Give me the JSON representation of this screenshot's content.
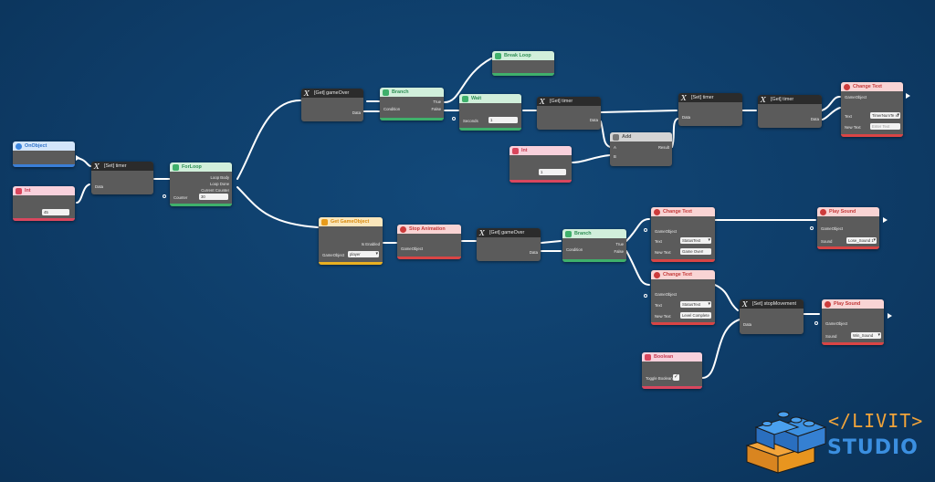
{
  "nodes": {
    "on_object": {
      "title": "OnObject"
    },
    "int_left": {
      "title": "Int",
      "value": "45"
    },
    "set_timer_1": {
      "title": "[Set] timer",
      "data": "Data"
    },
    "for_loop": {
      "title": "ForLoop",
      "loop_body": "Loop Body",
      "loop_done": "Loop Done",
      "current_counter": "Current Counter",
      "counter": "Counter",
      "counter_value": "30"
    },
    "get_gameover_1": {
      "title": "[Get] gameOver",
      "data": "Data"
    },
    "branch_1": {
      "title": "Branch",
      "true": "True",
      "false": "False",
      "condition": "Condition"
    },
    "break_loop": {
      "title": "Break Loop"
    },
    "wait": {
      "title": "Wait",
      "seconds": "Seconds",
      "seconds_value": "1"
    },
    "get_timer": {
      "title": "[Get] timer",
      "data": "Data"
    },
    "int_mid": {
      "title": "Int",
      "value": "1"
    },
    "add": {
      "title": "Add",
      "a": "A",
      "b": "B",
      "result": "Result"
    },
    "set_timer_2": {
      "title": "[Set] timer",
      "data": "Data"
    },
    "get_timer_2": {
      "title": "[Get] timer",
      "data": "Data"
    },
    "change_text_top": {
      "title": "Change Text",
      "gameobject": "GameObject",
      "text": "Text",
      "text_value": "TimerNumTe xt",
      "new_text": "New Text",
      "new_text_placeholder": "Enter Text"
    },
    "get_gameobject": {
      "title": "Get GameObject",
      "is_enabled": "Is Enabled",
      "gameobject": "GameObject",
      "gameobject_value": "player"
    },
    "stop_animation": {
      "title": "Stop Animation",
      "gameobject": "GameObject"
    },
    "get_gameover_2": {
      "title": "[Get] gameOver",
      "data": "Data"
    },
    "branch_2": {
      "title": "Branch",
      "true": "True",
      "false": "False",
      "condition": "Condition"
    },
    "change_text_a": {
      "title": "Change Text",
      "gameobject": "GameObject",
      "text": "Text",
      "text_value": "StatusText",
      "new_text": "New Text",
      "new_text_value": "Game Over!"
    },
    "play_sound_a": {
      "title": "Play Sound",
      "gameobject": "GameObject",
      "sound": "Sound",
      "sound_value": "Lose_Sound 1"
    },
    "change_text_b": {
      "title": "Change Text",
      "gameobject": "GameObject",
      "text": "Text",
      "text_value": "StatusText",
      "new_text": "New Text",
      "new_text_value": "Level Complete"
    },
    "set_stop_movement": {
      "title": "[Set] stopMovement",
      "data": "Data"
    },
    "play_sound_b": {
      "title": "Play Sound",
      "gameobject": "GameObject",
      "sound": "Sound",
      "sound_value": "Win_Sound"
    },
    "boolean": {
      "title": "Boolean",
      "toggle": "Toggle Boolean",
      "checked": "✓"
    }
  },
  "logo": {
    "line1": "</LIVIT>",
    "line2": "STUDIO"
  },
  "colors": {
    "background": "#0e3d69",
    "node_body": "#5b5b5b",
    "wire": "#ffffff",
    "logo_orange": "#f2a43a",
    "logo_blue": "#3b8fe0"
  }
}
